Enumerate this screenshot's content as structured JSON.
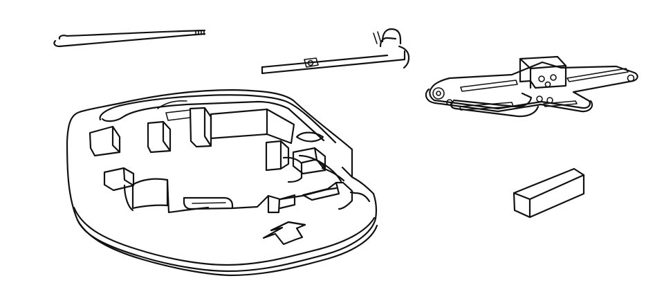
{
  "colors": {
    "background": "#ffffff",
    "ink": "#111111"
  },
  "parts": [
    {
      "id": "jack-handle-rod",
      "icon": "jack-handle-rod-icon"
    },
    {
      "id": "lug-wrench",
      "icon": "lug-wrench-icon"
    },
    {
      "id": "scissor-jack",
      "icon": "scissor-jack-icon"
    },
    {
      "id": "wheel-chock-block",
      "icon": "wheel-chock-block-icon"
    },
    {
      "id": "tool-tray",
      "icon": "tool-tray-icon"
    }
  ]
}
